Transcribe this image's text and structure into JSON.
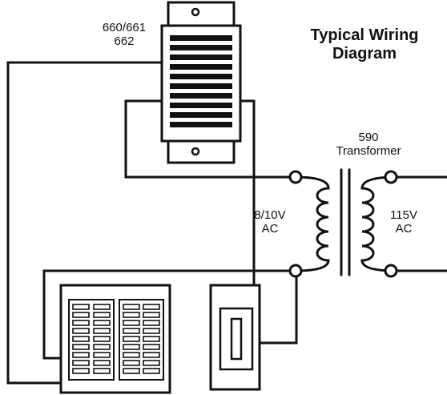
{
  "device_label_line1": "660/661",
  "device_label_line2": "662",
  "title_line1": "Typical Wiring",
  "title_line2": "Diagram",
  "transformer_number": "590",
  "transformer_label": "Transformer",
  "secondary_voltage": "8/10V",
  "secondary_type": "AC",
  "primary_voltage": "115V",
  "primary_type": "AC",
  "colors": {
    "line": "#111111",
    "background": "#ffffff"
  }
}
